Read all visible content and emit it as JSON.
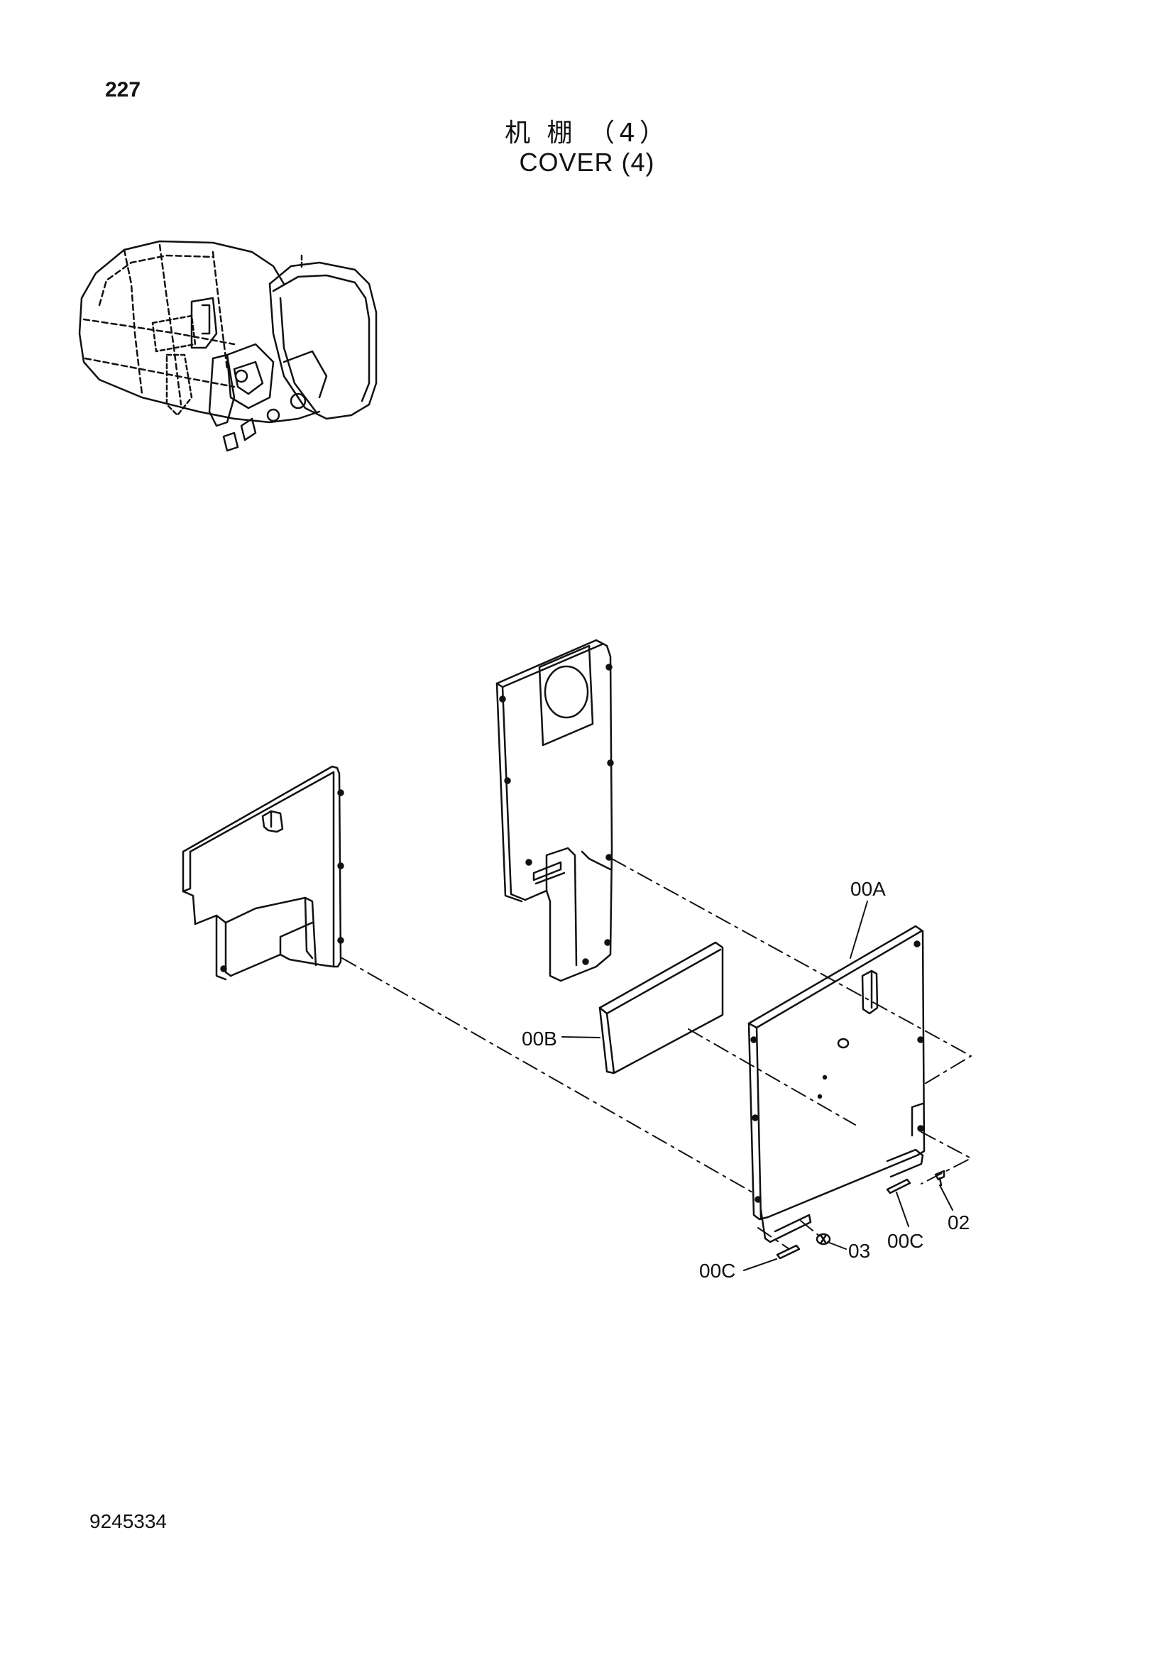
{
  "header": {
    "page_number": "227",
    "title_cn": "机 棚 （4）",
    "title_en": "COVER (4)"
  },
  "callouts": {
    "part_00A": "00A",
    "part_00B": "00B",
    "part_00C_right": "00C",
    "part_00C_left": "00C",
    "part_02": "02",
    "part_03": "03"
  },
  "footer": {
    "doc_number": "9245334"
  }
}
